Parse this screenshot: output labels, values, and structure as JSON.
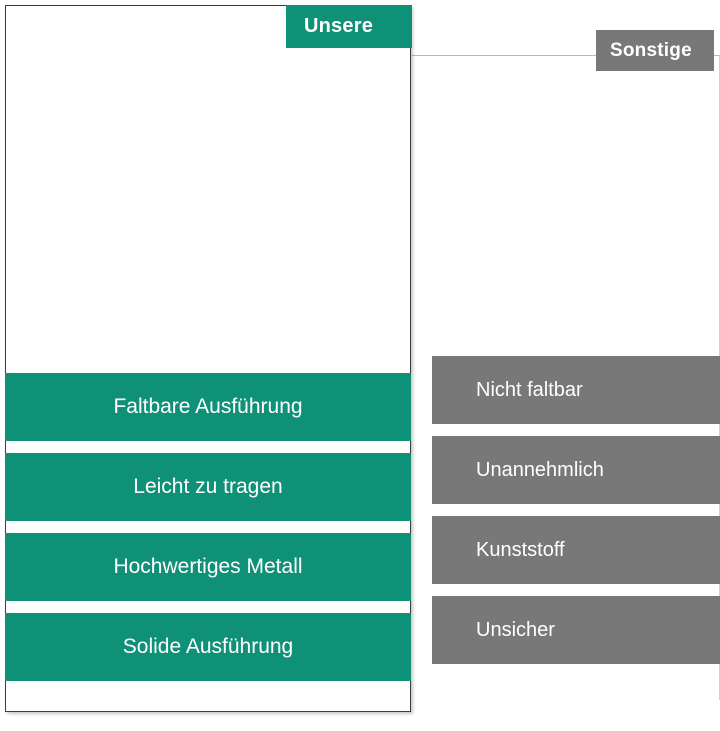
{
  "colors": {
    "accent_teal": "#0F9178",
    "neutral_gray": "#787878",
    "background": "#FFFFFF",
    "product_black": "#1A1A1A",
    "ramp_surface": "#8E6A6A"
  },
  "comparison": {
    "ours": {
      "badge_label": "Unsere",
      "product_image_alt": "folding-pet-stairs",
      "features": [
        {
          "label": "Faltbare Ausführung"
        },
        {
          "label": "Leicht zu tragen"
        },
        {
          "label": "Hochwertiges Metall"
        },
        {
          "label": "Solide Ausführung"
        }
      ]
    },
    "others": {
      "badge_label": "Sonstige",
      "product_image_alt": "plastic-pet-ramp",
      "features": [
        {
          "label": "Nicht faltbar"
        },
        {
          "label": "Unannehmlich"
        },
        {
          "label": "Kunststoff"
        },
        {
          "label": "Unsicher"
        }
      ]
    }
  }
}
